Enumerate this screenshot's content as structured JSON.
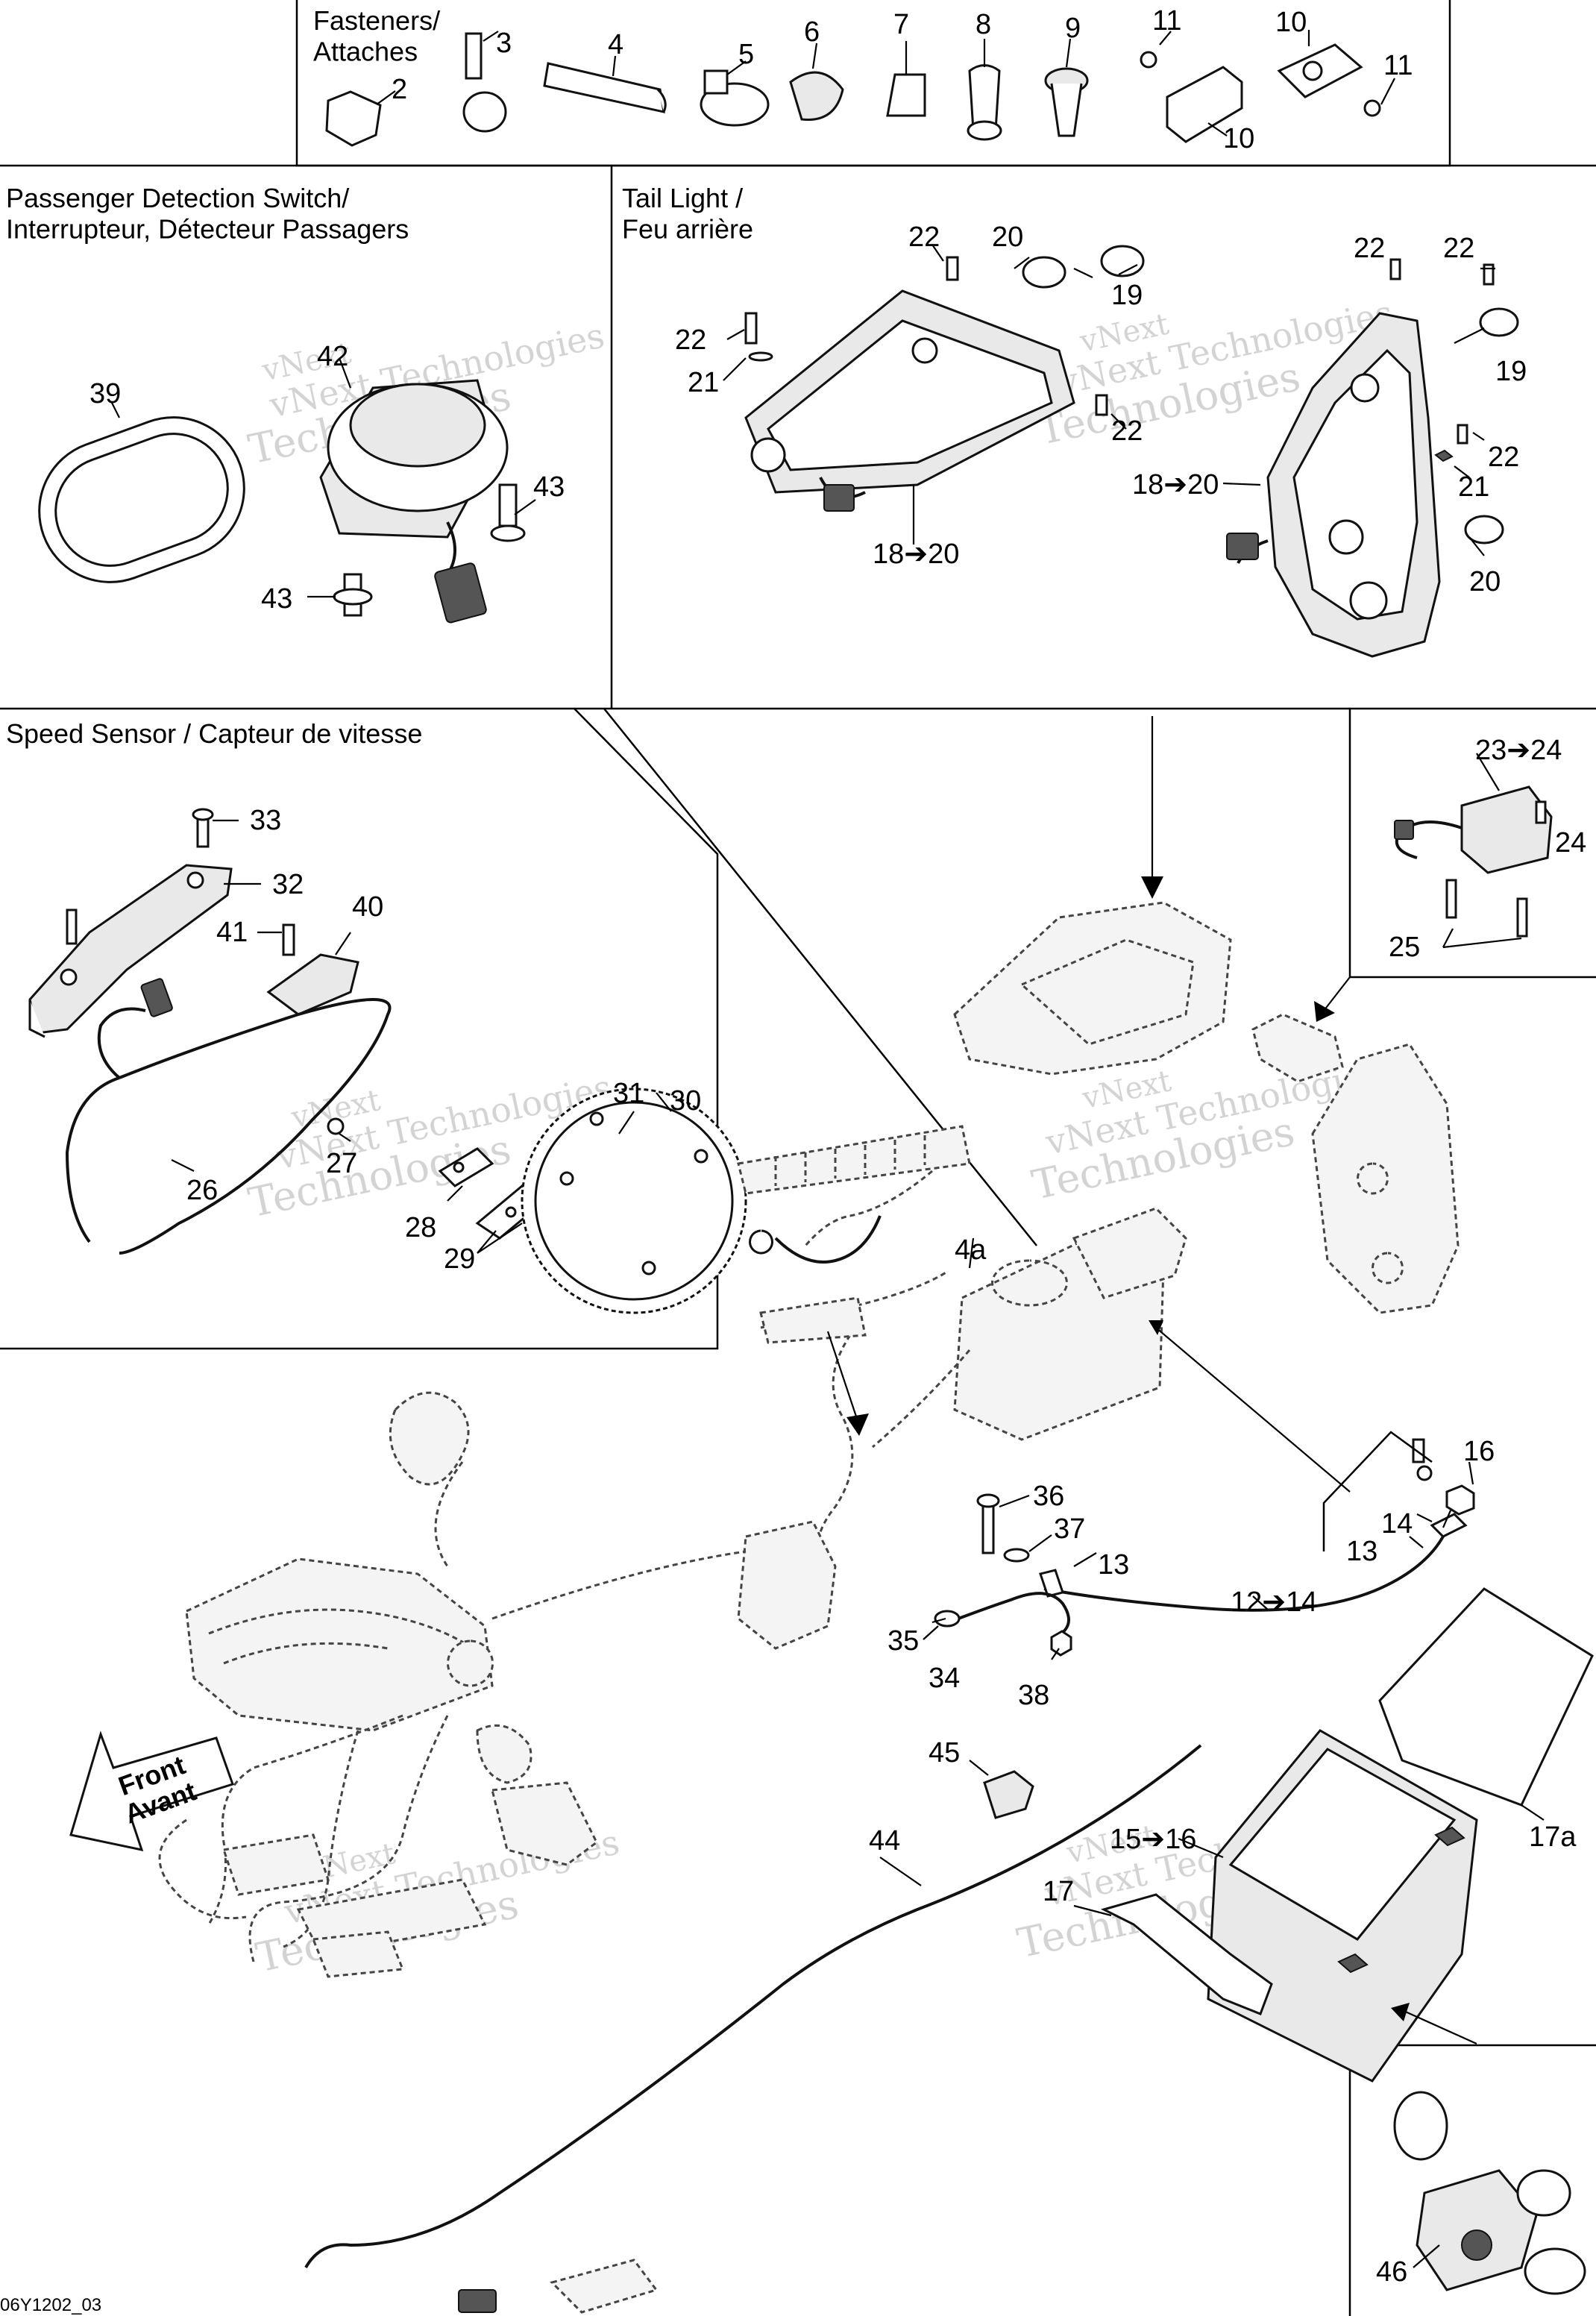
{
  "sections": {
    "fasteners": "Fasteners/\nAttaches",
    "passenger_switch": "Passenger Detection Switch/\nInterrupteur, Détecteur Passagers",
    "tail_light": "Tail Light /\nFeu arrière",
    "speed_sensor": "Speed Sensor / Capteur de vitesse"
  },
  "direction_arrow": {
    "line1": "Front",
    "line2": "Avant"
  },
  "drawing_code": "06Y1202_03",
  "watermark": {
    "line1": "vNext Technologies",
    "line2": "Technologies",
    "small": "vNext"
  },
  "callouts": {
    "c2": "2",
    "c3": "3",
    "c4": "4",
    "c5": "5",
    "c6": "6",
    "c7": "7",
    "c8": "8",
    "c9": "9",
    "c10a": "10",
    "c10b": "10",
    "c11a": "11",
    "c11b": "11",
    "c39": "39",
    "c42": "42",
    "c43a": "43",
    "c43b": "43",
    "c22a": "22",
    "c20a": "20",
    "c19a": "19",
    "c22b": "22",
    "c21a": "21",
    "c22c": "22",
    "c18a": "18➔20",
    "c22d": "22",
    "c22e": "22",
    "c19b": "19",
    "c22f": "22",
    "c21b": "21",
    "c18b": "18➔20",
    "c20b": "20",
    "c23": "23➔24",
    "c24": "24",
    "c25": "25",
    "c33": "33",
    "c32": "32",
    "c41": "41",
    "c40": "40",
    "c26": "26",
    "c27": "27",
    "c28": "28",
    "c29": "29",
    "c31": "31",
    "c30": "30",
    "c4a": "4a",
    "c16a": "16",
    "c14a": "14",
    "c13a": "13",
    "c36": "36",
    "c37": "37",
    "c13b": "13",
    "c12": "12➔14",
    "c35": "35",
    "c34": "34",
    "c38": "38",
    "c45": "45",
    "c44": "44",
    "c17": "17",
    "c15": "15➔16",
    "c17a": "17a",
    "c46": "46"
  }
}
